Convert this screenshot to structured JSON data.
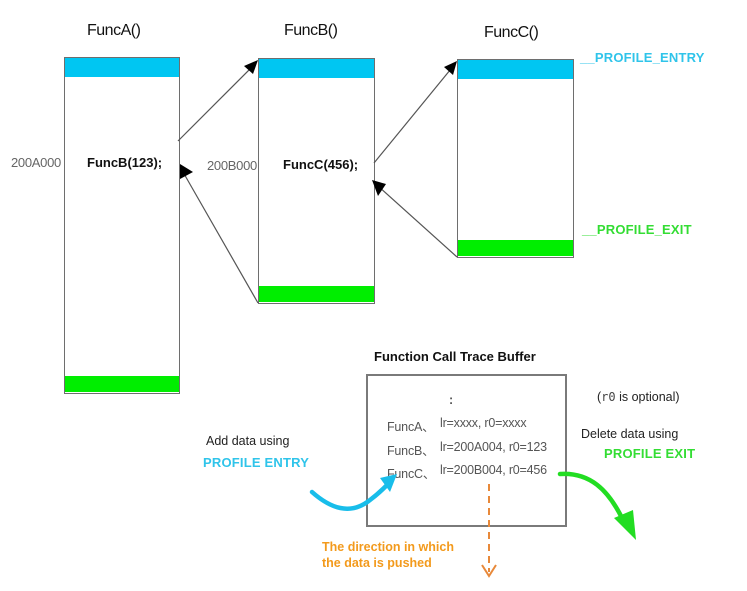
{
  "functions": [
    {
      "title": "FuncA()",
      "call": "FuncB(123);",
      "address": "200A000"
    },
    {
      "title": "FuncB()",
      "call": "FuncC(456);",
      "address": "200B000"
    },
    {
      "title": "FuncC()",
      "call": "",
      "address": ""
    }
  ],
  "labels": {
    "profile_entry": "__PROFILE_ENTRY",
    "profile_exit": "__PROFILE_EXIT"
  },
  "buffer": {
    "title": "Function Call Trace Buffer",
    "ellipsis": ":",
    "rows": [
      {
        "func": "FuncA、",
        "values": "lr=xxxx, r0=xxxx"
      },
      {
        "func": "FuncB、",
        "values": "lr=200A004, r0=123"
      },
      {
        "func": "FuncC、",
        "values": "lr=200B004, r0=456"
      }
    ]
  },
  "notes": {
    "r0_mono": "r0",
    "r0_optional": " is optional)",
    "r0_open": "(",
    "add_data": "Add data using",
    "add_data_keyword": "PROFILE ENTRY",
    "delete_data": "Delete data using",
    "delete_data_keyword": "PROFILE EXIT",
    "direction_line1": "The direction in which",
    "direction_line2": "the data is pushed"
  },
  "colors": {
    "entry": "#00c6f2",
    "exit": "#00ee00",
    "direction": "#f39a1c"
  }
}
